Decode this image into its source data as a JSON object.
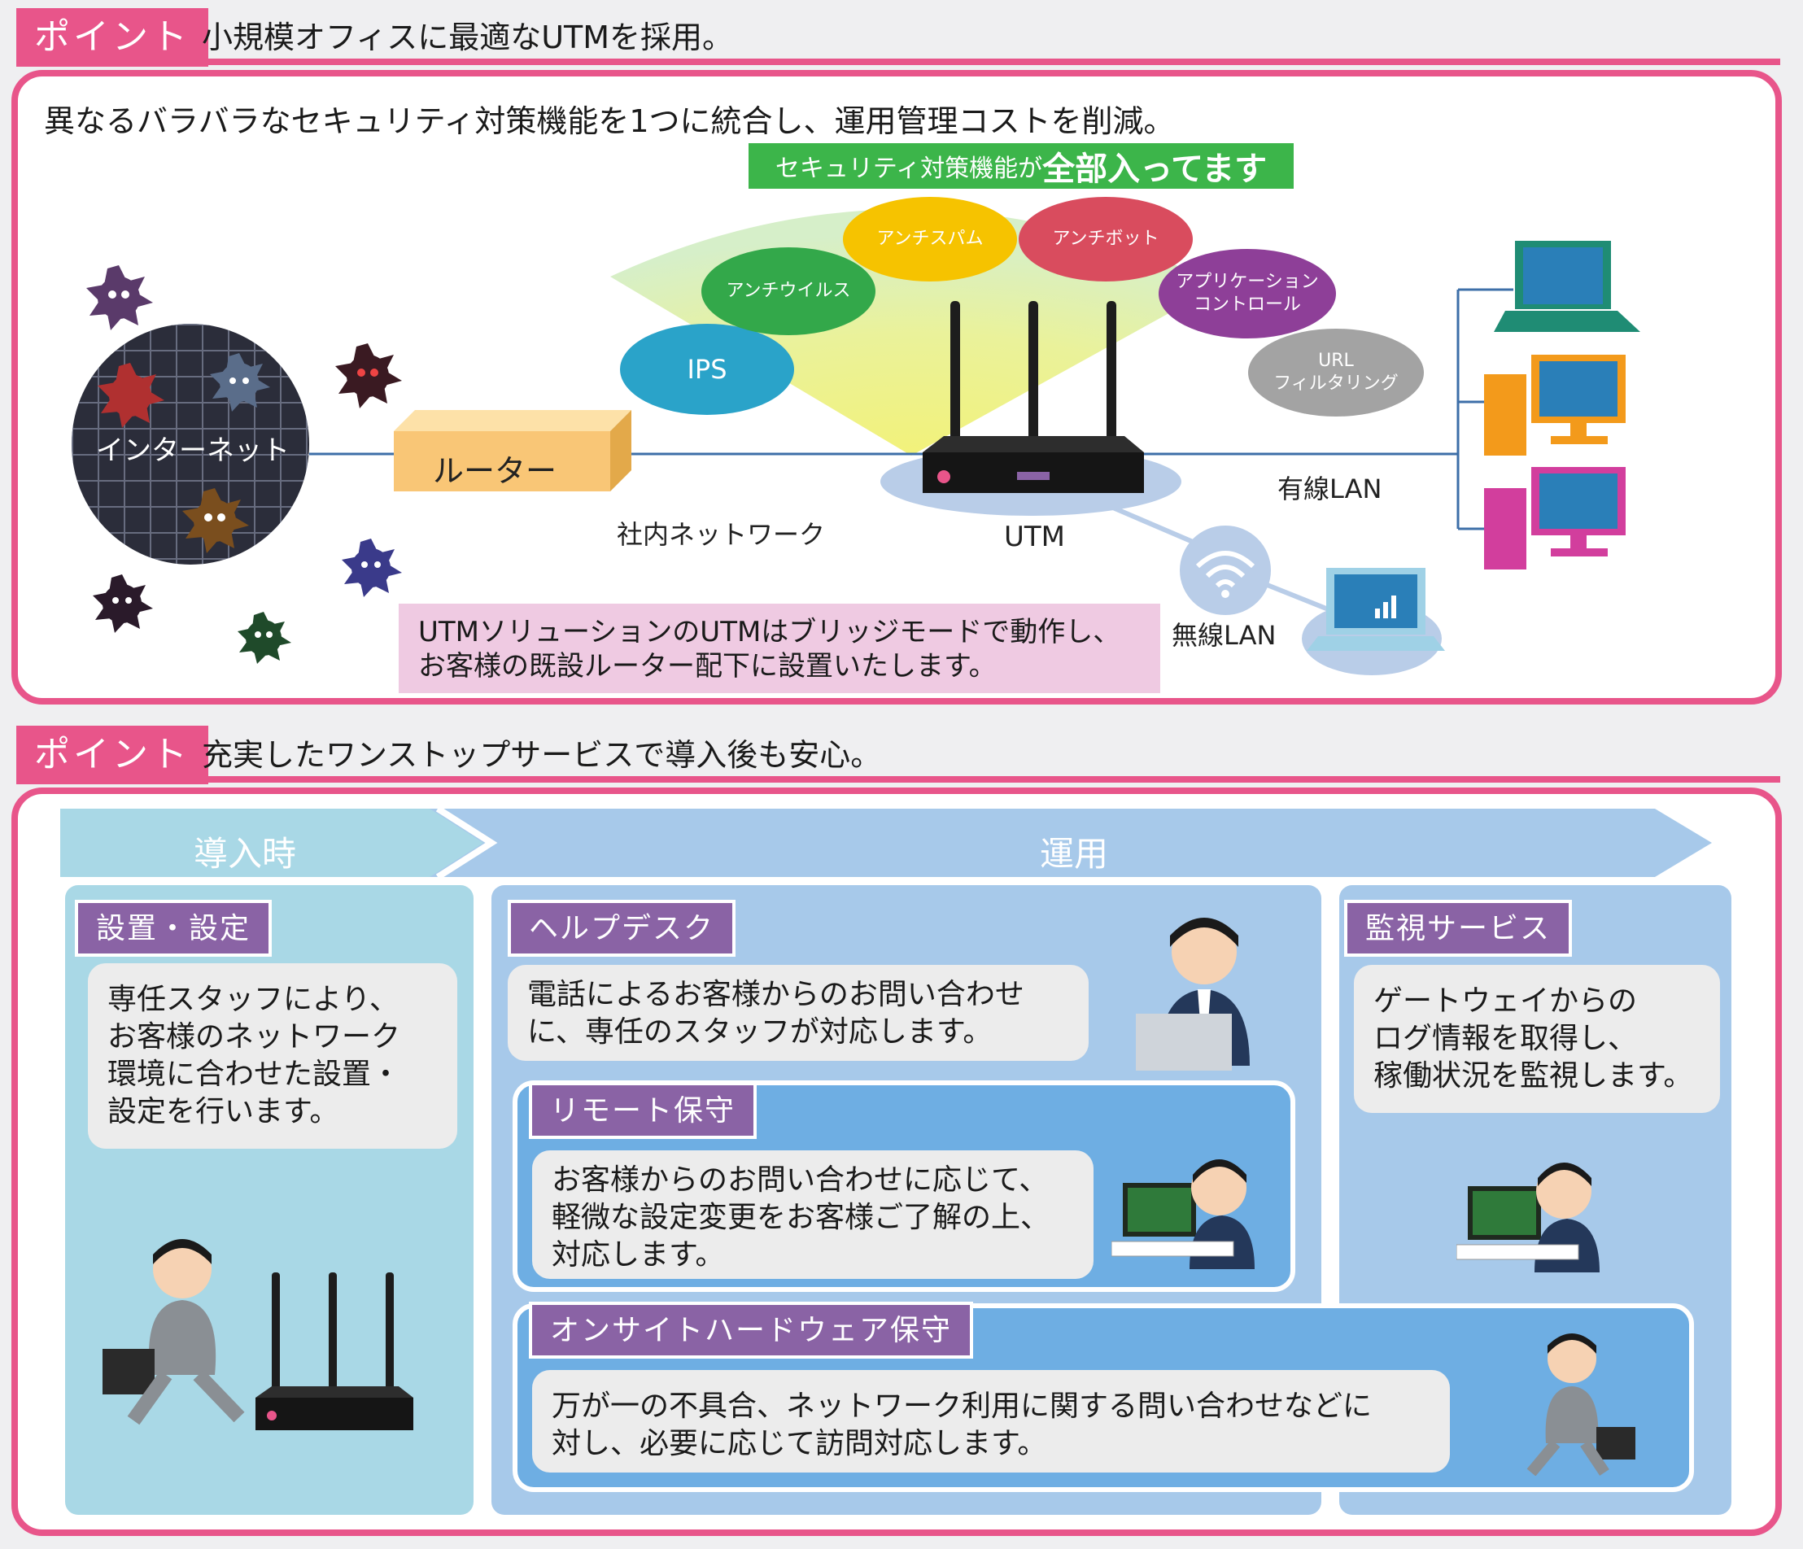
{
  "section1": {
    "tag": "ポイント",
    "headline": "小規模オフィスに最適なUTMを採用。",
    "description": "異なるバラバラなセキュリティ対策機能を1つに統合し、運用管理コストを削減。",
    "banner_prefix": "セキュリティ対策機能が",
    "banner_emphasis": "全部入ってます",
    "features": [
      "IPS",
      "アンチウイルス",
      "アンチスパム",
      "アンチボット",
      "アプリケーション\nコントロール",
      "URL\nフィルタリング"
    ],
    "labels": {
      "internet": "インターネット",
      "router": "ルーター",
      "network": "社内ネットワーク",
      "utm": "UTM",
      "wired": "有線LAN",
      "wireless": "無線LAN"
    },
    "note_line1": "UTMソリューションのUTMはブリッジモードで動作し、",
    "note_line2": "お客様の既設ルーター配下に設置いたします。",
    "colors": {
      "accent": "#e8558a",
      "ips": "#2aa3c9",
      "antivirus": "#33a84a",
      "antispam": "#f6c300",
      "antibot": "#d94c5e",
      "appcontrol": "#8e3f98",
      "urlfilter": "#a3a3a3",
      "banner": "#3cb54a"
    }
  },
  "section2": {
    "tag": "ポイント",
    "headline": "充実したワンストップサービスで導入後も安心。",
    "phase_intro": "導入時",
    "phase_ops": "運用",
    "install": {
      "title": "設置・設定",
      "text": "専任スタッフにより、\nお客様のネットワーク\n環境に合わせた設置・\n設定を行います。"
    },
    "helpdesk": {
      "title": "ヘルプデスク",
      "text": "電話によるお客様からのお問い合わせ\nに、専任のスタッフが対応します。"
    },
    "remote": {
      "title": "リモート保守",
      "text": "お客様からのお問い合わせに応じて、\n軽微な設定変更をお客様ご了解の上、\n対応します。"
    },
    "onsite": {
      "title": "オンサイトハードウェア保守",
      "text": "万が一の不具合、ネットワーク利用に関する問い合わせなどに\n対し、必要に応じて訪問対応します。"
    },
    "monitor": {
      "title": "監視サービス",
      "text": "ゲートウェイからの\nログ情報を取得し、\n稼働状況を監視します。"
    },
    "colors": {
      "phase_intro": "#a9d8e6",
      "phase_ops": "#a7c9ea",
      "panel_install": "#a9d8e6",
      "panel_ops": "#a7c9ea",
      "panel_inner": "#6eaee3",
      "tag": "#8a63a5"
    }
  }
}
